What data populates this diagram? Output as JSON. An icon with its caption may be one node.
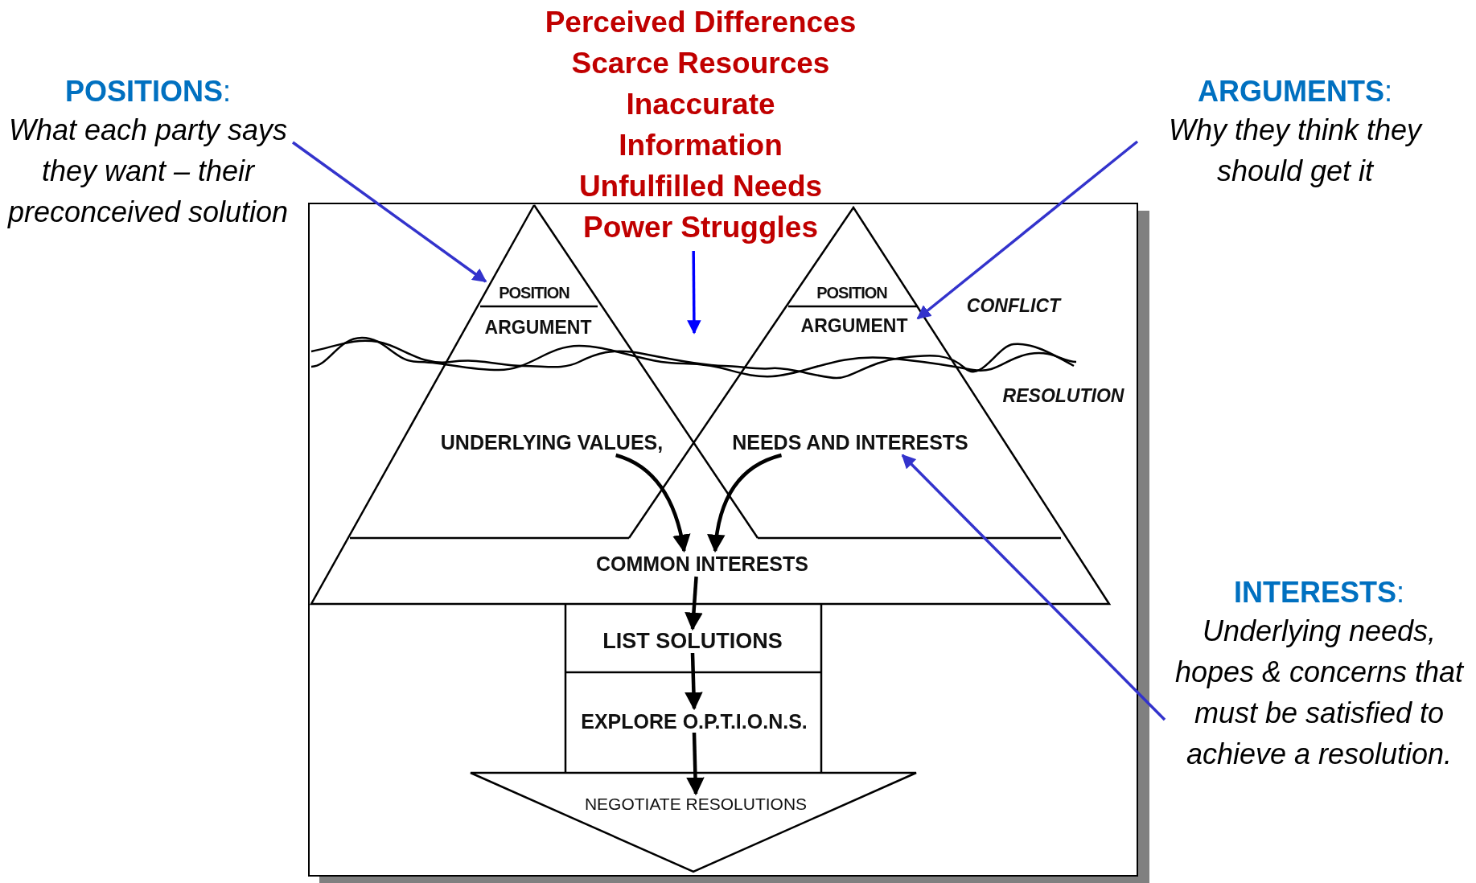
{
  "diagram": {
    "nodes": [
      {
        "text": [
          "Perceived Differences",
          "Scarce Resources",
          "Inaccurate Information",
          "Unfulfilled Needs",
          "Power Struggles"
        ]
      },
      {
        "text": [
          "**POSITIONS**:",
          "What each party says they want – their preconceived solution"
        ]
      },
      {
        "text": [
          "**ARGUMENTS**:",
          "Why they think they should get it"
        ]
      },
      {
        "text": [
          "POSITION"
        ]
      },
      {
        "text": [
          "ARGUMENT"
        ]
      },
      {
        "text": [
          "POSITION"
        ]
      },
      {
        "text": [
          "ARGUMENT"
        ]
      },
      {
        "text": [
          "UNDERLYING VALUES,"
        ]
      },
      {
        "text": [
          "NEEDS AND INTERESTS"
        ]
      },
      {
        "text": [
          "COMMON INTERESTS"
        ]
      },
      {
        "text": [
          "**INTERESTS**:",
          "Underlying needs, hopes & concerns that must be satisfied to achieve a resolution."
        ]
      },
      {
        "text": [
          "LIST SOLUTIONS"
        ]
      },
      {
        "text": [
          "EXPLORE O.P.T.I.O.N.S."
        ]
      },
      {
        "text": [
          "NEGOTIATE RESOLUTIONS"
        ]
      }
    ],
    "edges": [
      {
        "from": 1,
        "to": 3,
        "arrow": "to",
        "color": "#3333cc"
      },
      {
        "from": 2,
        "to": 6,
        "arrow": "to",
        "color": "#3333cc"
      },
      {
        "from": 0,
        "to": null,
        "arrow": "to",
        "color": "#0000ff"
      },
      {
        "from": 10,
        "to": 8,
        "arrow": "to",
        "color": "#3333cc"
      },
      {
        "from": 7,
        "to": 9,
        "arrow": "to"
      },
      {
        "from": 8,
        "to": 9,
        "arrow": "to"
      },
      {
        "from": 9,
        "to": 11,
        "arrow": "to"
      },
      {
        "from": 11,
        "to": 12,
        "arrow": "to"
      },
      {
        "from": 12,
        "to": 13,
        "arrow": "to"
      }
    ],
    "labels": [
      "CONFLICT",
      "RESOLUTION"
    ]
  }
}
